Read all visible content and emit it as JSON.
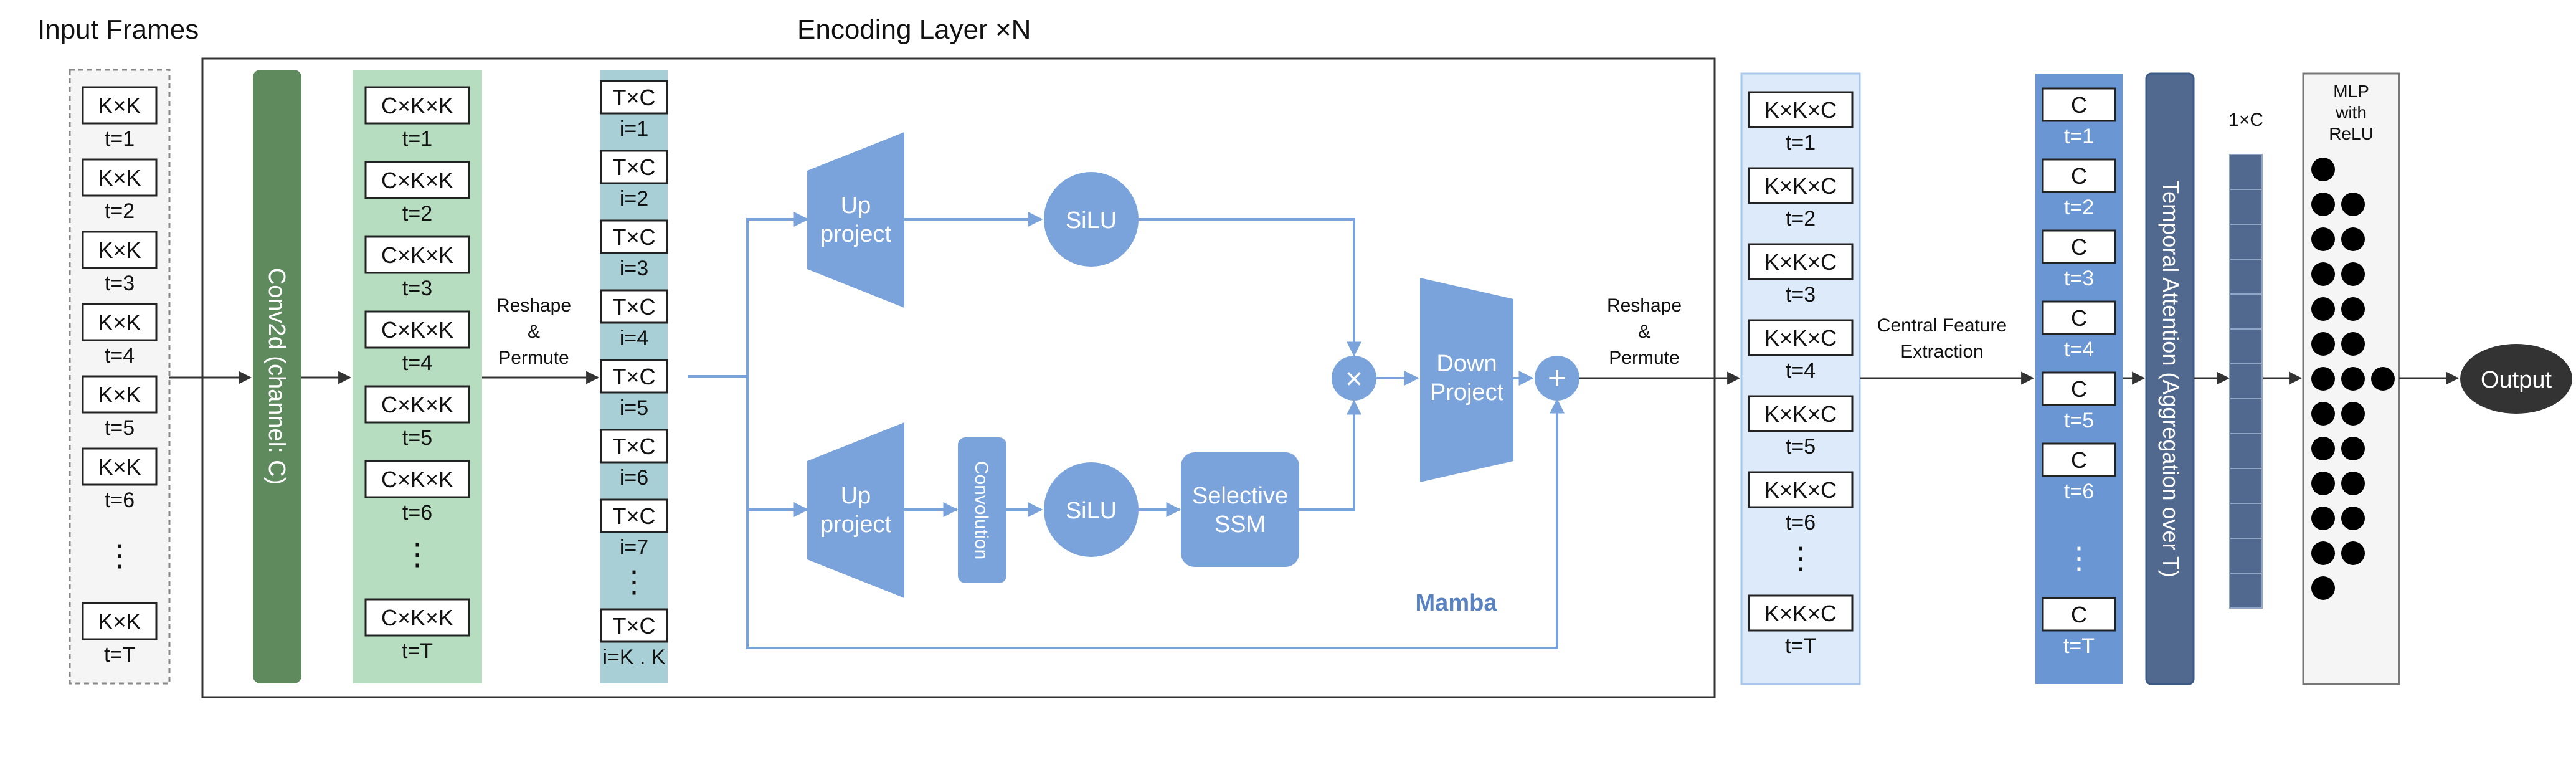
{
  "labels": {
    "input_frames": "Input Frames",
    "encoding_layer": "Encoding Layer ×N",
    "conv2d": "Conv2d (channel: C)",
    "reshape1": [
      "Reshape",
      "&",
      "Permute"
    ],
    "reshape2": [
      "Reshape",
      "&",
      "Permute"
    ],
    "up_project": [
      "Up",
      "project"
    ],
    "silu": "SiLU",
    "convolution": "Convolution",
    "selective_ssm": [
      "Selective",
      "SSM"
    ],
    "multiply": "×",
    "plus": "+",
    "down_project": [
      "Down",
      "Project"
    ],
    "mamba": "Mamba",
    "central_feature": [
      "Central Feature",
      "Extraction"
    ],
    "temporal_attention": "Temporal Attention (Aggregation over T)",
    "one_by_c": "1×C",
    "mlp": [
      "MLP",
      "with",
      "ReLU"
    ],
    "output": "Output",
    "vdots": "⋮"
  },
  "input_frames": [
    {
      "box": "K×K",
      "sub": "t=1"
    },
    {
      "box": "K×K",
      "sub": "t=2"
    },
    {
      "box": "K×K",
      "sub": "t=3"
    },
    {
      "box": "K×K",
      "sub": "t=4"
    },
    {
      "box": "K×K",
      "sub": "t=5"
    },
    {
      "box": "K×K",
      "sub": "t=6"
    },
    {
      "box": "K×K",
      "sub": "t=T"
    }
  ],
  "conv_outputs": [
    {
      "box": "C×K×K",
      "sub": "t=1"
    },
    {
      "box": "C×K×K",
      "sub": "t=2"
    },
    {
      "box": "C×K×K",
      "sub": "t=3"
    },
    {
      "box": "C×K×K",
      "sub": "t=4"
    },
    {
      "box": "C×K×K",
      "sub": "t=5"
    },
    {
      "box": "C×K×K",
      "sub": "t=6"
    },
    {
      "box": "C×K×K",
      "sub": "t=T"
    }
  ],
  "sequence_tokens": [
    {
      "box": "T×C",
      "sub": "i=1"
    },
    {
      "box": "T×C",
      "sub": "i=2"
    },
    {
      "box": "T×C",
      "sub": "i=3"
    },
    {
      "box": "T×C",
      "sub": "i=4"
    },
    {
      "box": "T×C",
      "sub": "i=5"
    },
    {
      "box": "T×C",
      "sub": "i=6"
    },
    {
      "box": "T×C",
      "sub": "i=7"
    },
    {
      "box": "T×C",
      "sub": "i=K . K"
    }
  ],
  "encoded_features": [
    {
      "box": "K×K×C",
      "sub": "t=1"
    },
    {
      "box": "K×K×C",
      "sub": "t=2"
    },
    {
      "box": "K×K×C",
      "sub": "t=3"
    },
    {
      "box": "K×K×C",
      "sub": "t=4"
    },
    {
      "box": "K×K×C",
      "sub": "t=5"
    },
    {
      "box": "K×K×C",
      "sub": "t=6"
    },
    {
      "box": "K×K×C",
      "sub": "t=T"
    }
  ],
  "central_features": [
    {
      "box": "C",
      "sub": "t=1"
    },
    {
      "box": "C",
      "sub": "t=2"
    },
    {
      "box": "C",
      "sub": "t=3"
    },
    {
      "box": "C",
      "sub": "t=4"
    },
    {
      "box": "C",
      "sub": "t=5"
    },
    {
      "box": "C",
      "sub": "t=6"
    },
    {
      "box": "C",
      "sub": "t=T"
    }
  ],
  "colors": {
    "conv_dark_green": "#5e8a5e",
    "light_green": "#b7ddc0",
    "light_teal": "#a9cfd6",
    "block_blue": "#7aa3db",
    "pale_blue": "#dceaf9",
    "mid_blue": "#6a96d4",
    "slate_blue": "#52698f",
    "dark_slate": "#3d5f80",
    "mamba_text": "#5a82c0",
    "output_dark": "#333333"
  }
}
